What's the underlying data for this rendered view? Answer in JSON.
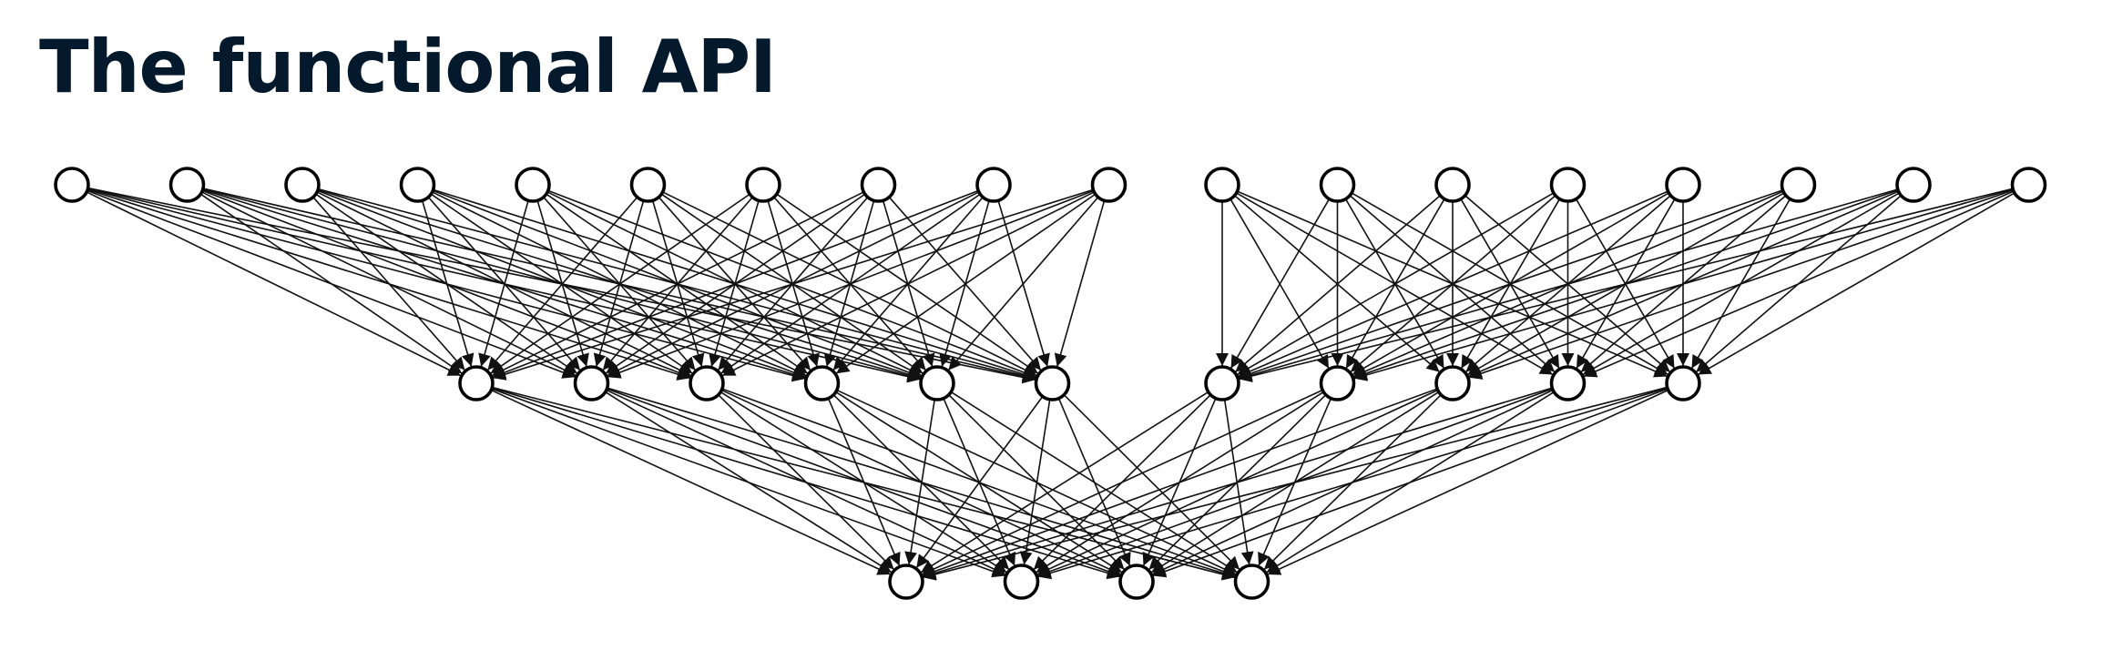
{
  "page": {
    "title": "The functional API"
  },
  "diagram": {
    "type": "neural-network",
    "line_color": "#111111",
    "node_fill": "#ffffff",
    "node_stroke": "#000000",
    "title_color": "#05192d",
    "branches": [
      {
        "inputs": 10,
        "hidden": 6
      },
      {
        "inputs": 8,
        "hidden": 5
      }
    ],
    "outputs": 4,
    "connectivity": "fully-connected"
  }
}
